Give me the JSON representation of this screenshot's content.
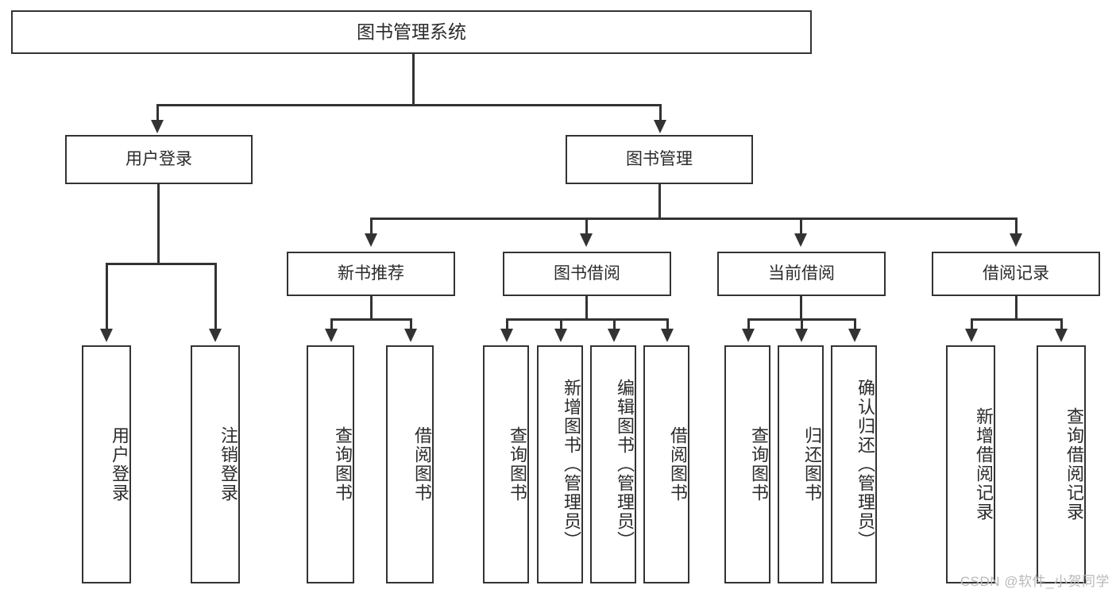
{
  "diagram": {
    "title": "图书管理系统",
    "watermark": "CSDN @软件_小贺同学",
    "type": "tree",
    "nodes": {
      "root": {
        "label": "图书管理系统"
      },
      "level2": [
        {
          "id": "user-login",
          "label": "用户登录"
        },
        {
          "id": "book-manage",
          "label": "图书管理"
        }
      ],
      "level3": [
        {
          "id": "new-book-recommend",
          "label": "新书推荐"
        },
        {
          "id": "book-borrow",
          "label": "图书借阅"
        },
        {
          "id": "current-borrow",
          "label": "当前借阅"
        },
        {
          "id": "borrow-record",
          "label": "借阅记录"
        }
      ],
      "leaves": {
        "user_login": [
          {
            "id": "leaf-user-login",
            "label": "用户登录"
          },
          {
            "id": "leaf-logout-login",
            "label": "注销登录"
          }
        ],
        "new_book_recommend": [
          {
            "id": "leaf-query-book-1",
            "label": "查询图书"
          },
          {
            "id": "leaf-borrow-book-1",
            "label": "借阅图书"
          }
        ],
        "book_borrow": [
          {
            "id": "leaf-query-book-2",
            "label": "查询图书"
          },
          {
            "id": "leaf-add-book",
            "label": "新增图书（管理员）"
          },
          {
            "id": "leaf-edit-book",
            "label": "编辑图书（管理员）"
          },
          {
            "id": "leaf-borrow-book-2",
            "label": "借阅图书"
          }
        ],
        "current_borrow": [
          {
            "id": "leaf-query-book-3",
            "label": "查询图书"
          },
          {
            "id": "leaf-return-book",
            "label": "归还图书"
          },
          {
            "id": "leaf-confirm-return",
            "label": "确认归还（管理员）"
          }
        ],
        "borrow_record": [
          {
            "id": "leaf-add-record",
            "label": "新增借阅记录"
          },
          {
            "id": "leaf-query-record",
            "label": "查询借阅记录"
          }
        ]
      }
    },
    "colors": {
      "stroke": "#333333",
      "fill": "#ffffff",
      "text": "#2b2b2b",
      "watermark": "#b9b9b9"
    }
  }
}
